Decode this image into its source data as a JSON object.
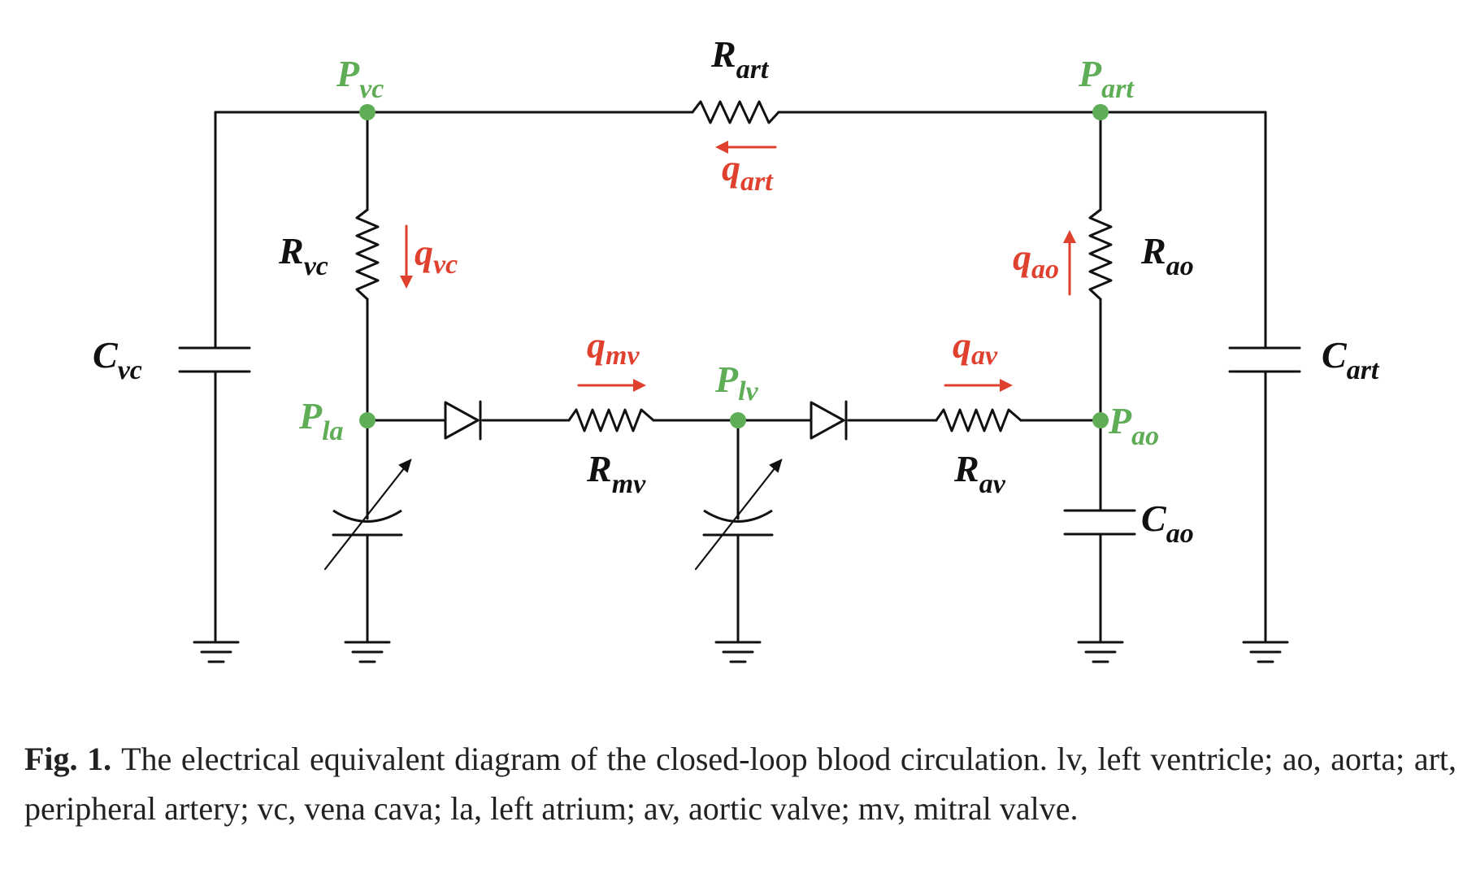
{
  "labels": {
    "R_art": {
      "main": "R",
      "sub": "art"
    },
    "q_art": {
      "main": "q",
      "sub": "art"
    },
    "P_vc": {
      "main": "P",
      "sub": "vc"
    },
    "P_art": {
      "main": "P",
      "sub": "art"
    },
    "R_vc": {
      "main": "R",
      "sub": "vc"
    },
    "q_vc": {
      "main": "q",
      "sub": "vc"
    },
    "q_ao": {
      "main": "q",
      "sub": "ao"
    },
    "R_ao": {
      "main": "R",
      "sub": "ao"
    },
    "C_vc": {
      "main": "C",
      "sub": "vc"
    },
    "C_art": {
      "main": "C",
      "sub": "art"
    },
    "q_mv": {
      "main": "q",
      "sub": "mv"
    },
    "P_lv": {
      "main": "P",
      "sub": "lv"
    },
    "q_av": {
      "main": "q",
      "sub": "av"
    },
    "P_la": {
      "main": "P",
      "sub": "la"
    },
    "P_ao": {
      "main": "P",
      "sub": "ao"
    },
    "R_mv": {
      "main": "R",
      "sub": "mv"
    },
    "R_av": {
      "main": "R",
      "sub": "av"
    },
    "C_ao": {
      "main": "C",
      "sub": "ao"
    }
  },
  "caption": {
    "label": "Fig. 1.",
    "text": "The electrical equivalent diagram of the closed-loop blood circulation. lv, left ventricle; ao, aorta; art, peripheral artery; vc, vena cava; la, left atrium; av, aortic valve; mv, mitral valve."
  },
  "colors": {
    "node": "#5fad56",
    "flow": "#e0412f",
    "wire": "#111111"
  }
}
